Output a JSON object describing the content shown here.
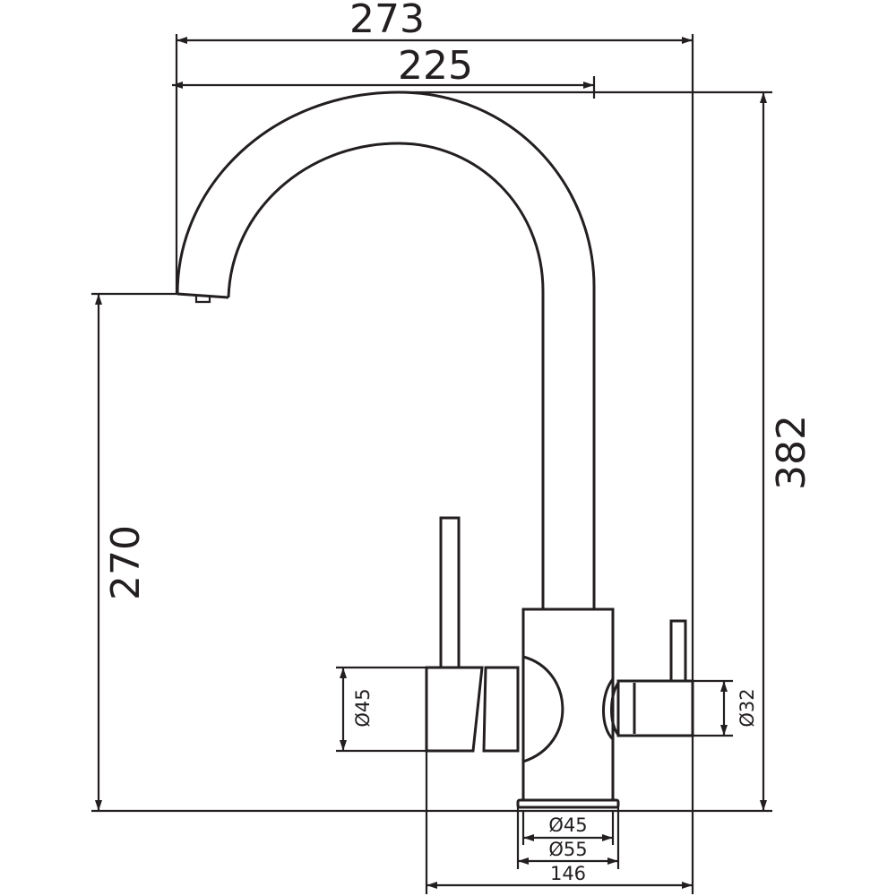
{
  "drawing": {
    "title": "Faucet dimension drawing",
    "line_color": "#231f20",
    "dimensions": {
      "overall_width": "273",
      "spout_reach": "225",
      "overall_height": "382",
      "spout_height": "270",
      "left_handle_diameter": "Ø45",
      "right_handle_diameter": "Ø32",
      "body_diameter": "Ø45",
      "base_diameter": "Ø55",
      "handle_span": "146"
    }
  }
}
